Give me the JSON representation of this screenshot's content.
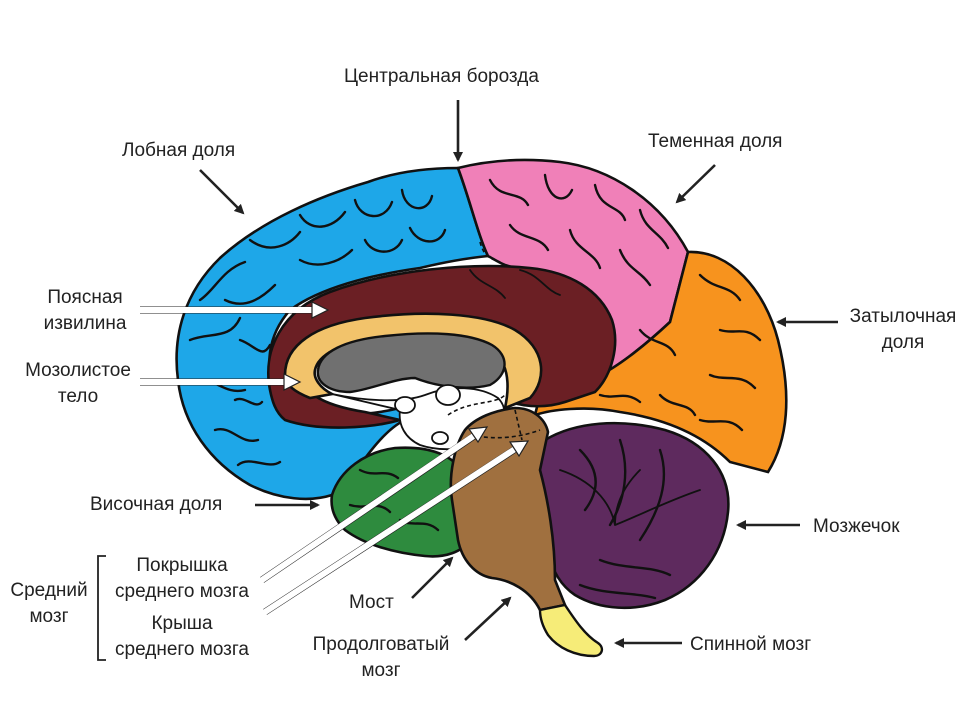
{
  "title": "",
  "labels": {
    "central_sulcus": "Центральная борозда",
    "frontal_lobe": "Лобная доля",
    "parietal_lobe": "Теменная доля",
    "cingulate_gyrus_1": "Поясная",
    "cingulate_gyrus_2": "извилина",
    "corpus_callosum_1": "Мозолистое",
    "corpus_callosum_2": "тело",
    "occipital_lobe_1": "Затылочная",
    "occipital_lobe_2": "доля",
    "temporal_lobe": "Височная доля",
    "cerebellum": "Мозжечок",
    "tegmentum_1": "Покрышка",
    "tegmentum_2": "среднего мозга",
    "tectum_1": "Крыша",
    "tectum_2": "среднего мозга",
    "midbrain_1": "Средний",
    "midbrain_2": "мозг",
    "pons": "Мост",
    "medulla_1": "Продолговатый",
    "medulla_2": "мозг",
    "spinal_cord": "Спинной мозг"
  },
  "colors": {
    "frontal_lobe": "#1ea7e8",
    "parietal_lobe": "#f080b8",
    "occipital_lobe": "#f7931e",
    "temporal_lobe": "#2e8b3e",
    "cerebellum": "#5e2a5e",
    "cingulate_gyrus": "#6b1f24",
    "corpus_callosum": "#f2c36b",
    "ventricle": "#707070",
    "brainstem": "#a0703f",
    "spinal_cord": "#f6ec78"
  }
}
